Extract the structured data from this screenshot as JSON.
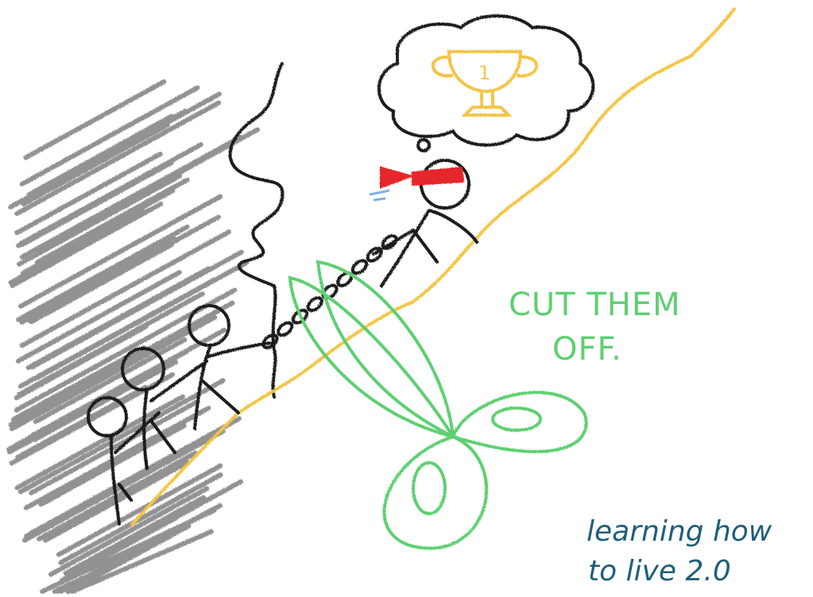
{
  "illustration": {
    "caption": "CUT THEM OFF.",
    "caption_lines": [
      "CUT THEM",
      "OFF."
    ],
    "trophy_number": "1",
    "signature_lines": [
      "learning how",
      "to live 2.0"
    ]
  },
  "colors": {
    "caption": "#5fcf72",
    "scissors": "#5fcf72",
    "trophy": "#f2c544",
    "ground_line": "#f2c544",
    "blindfold": "#e5262b",
    "signature": "#1f5f78",
    "shadow_hatching": "#6e6e6e",
    "ink": "#1a1a1a"
  }
}
